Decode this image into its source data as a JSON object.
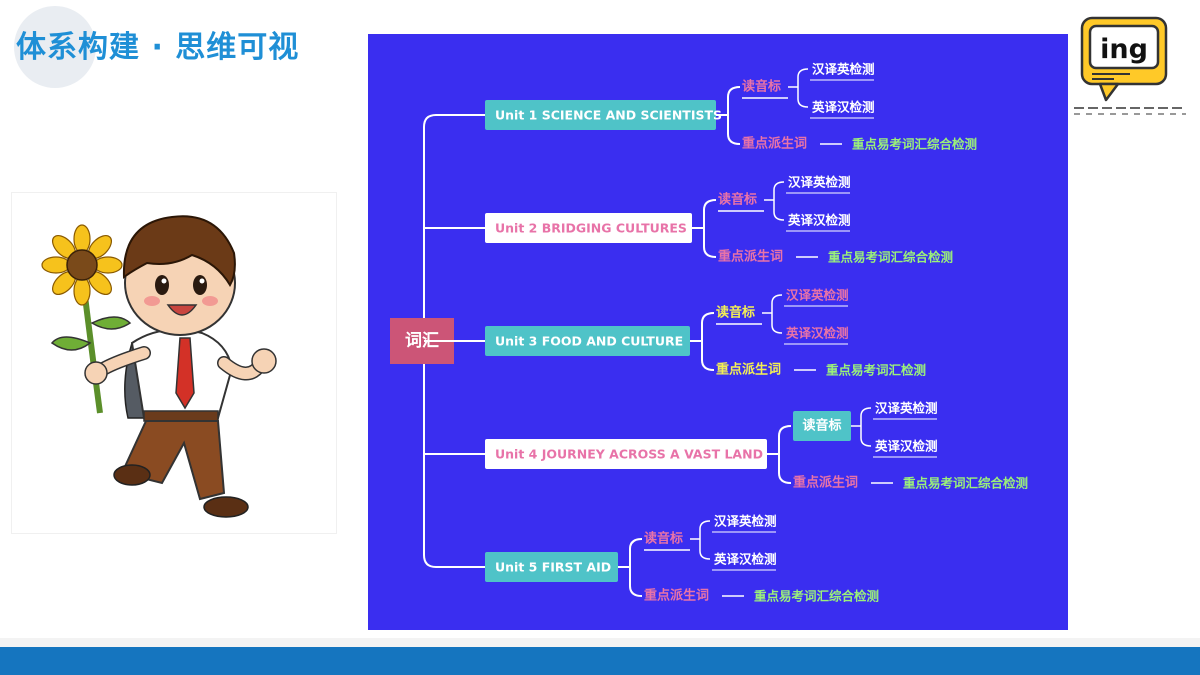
{
  "page": {
    "title": "体系构建 · 思维可视",
    "badge_text": "ing"
  },
  "mindmap": {
    "root": "词汇",
    "units": [
      {
        "label": "Unit 1  SCIENCE AND SCIENTISTS",
        "style": "teal",
        "sub": "读音标",
        "sub_style": "plain",
        "leaves": [
          "汉译英检测",
          "英译汉检测"
        ],
        "deriv": "重点派生词",
        "test": "重点易考词汇综合检测"
      },
      {
        "label": "Unit 2  BRIDGING CULTURES",
        "style": "white",
        "sub": "读音标",
        "sub_style": "plain",
        "leaves": [
          "汉译英检测",
          "英译汉检测"
        ],
        "deriv": "重点派生词",
        "test": "重点易考词汇综合检测"
      },
      {
        "label": "Unit 3  FOOD AND CULTURE",
        "style": "teal",
        "sub": "读音标",
        "sub_style": "plain",
        "leaves": [
          "汉译英检测",
          "英译汉检测"
        ],
        "deriv": "重点派生词",
        "test": "重点易考词汇检测"
      },
      {
        "label": "Unit 4  JOURNEY ACROSS A VAST LAND",
        "style": "white",
        "sub": "读音标",
        "sub_style": "box",
        "leaves": [
          "汉译英检测",
          "英译汉检测"
        ],
        "deriv": "重点派生词",
        "test": "重点易考词汇综合检测"
      },
      {
        "label": "Unit 5  FIRST AID",
        "style": "teal",
        "sub": "读音标",
        "sub_style": "plain",
        "leaves": [
          "汉译英检测",
          "英译汉检测"
        ],
        "deriv": "重点派生词",
        "test": "重点易考词汇综合检测"
      }
    ]
  },
  "colors": {
    "canvas": "#3a2ef0",
    "teal": "#4fc3c8",
    "root": "#cc5577",
    "pink_text": "#e873a8",
    "yellow_text": "#f3ee55",
    "green_text": "#9bf07a",
    "title_blue": "#1f8fd6",
    "bar_blue": "#1575bf"
  }
}
